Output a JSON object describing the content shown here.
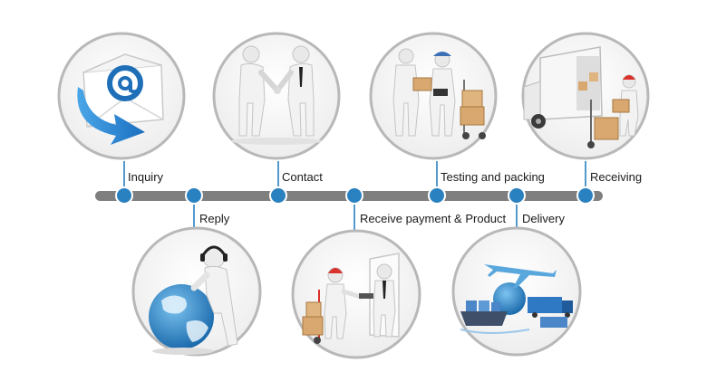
{
  "steps": [
    {
      "label": "Inquiry",
      "icon": "email-at-icon"
    },
    {
      "label": "Reply",
      "icon": "support-agent-globe-icon"
    },
    {
      "label": "Contact",
      "icon": "handshake-icon"
    },
    {
      "label": "Receive payment & Product",
      "icon": "payment-handover-icon"
    },
    {
      "label": "Testing and packing",
      "icon": "packing-boxes-icon"
    },
    {
      "label": "Delivery",
      "icon": "air-sea-freight-icon"
    },
    {
      "label": "Receiving",
      "icon": "truck-unloading-icon"
    }
  ],
  "colors": {
    "timeline": "#7f7f7f",
    "node": "#2a81c0",
    "connector": "#2a81c0",
    "circle_border": "#b8b8b8",
    "accent_red": "#d9312b",
    "accent_blue": "#3b6fb6"
  }
}
